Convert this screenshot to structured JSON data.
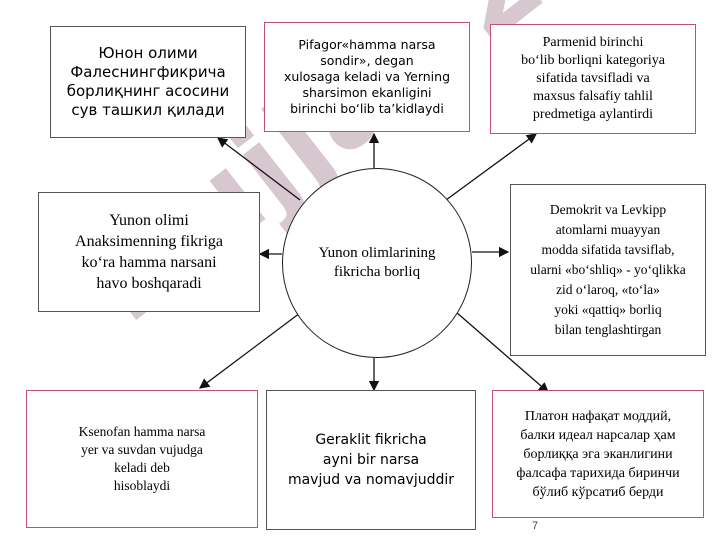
{
  "watermark": "Hujjat 2",
  "center": {
    "text": "Yunon olimlarining\nfikricha borliq"
  },
  "boxes": {
    "top_left": "Юнон олими\nФалеснингфикрича\nборлиқнинг асосини\nсув ташкил қилади",
    "top_middle": "Pifagor«hamma narsa\nsondir», degan\nxulosaga keladi va Yerning\nsharsimon ekanligini\nbirinchi bo‘lib ta’kidlaydi",
    "top_right": "Parmenid birinchi\nbo‘lib borliqni kategoriya\nsifatida tavsifladi va\nmaxsus falsafiy tahlil\npredmetiga aylantirdi",
    "middle_left": "Yunon olimi\nAnaksimenning fikriga\nko‘ra hamma narsani\nhavo boshqaradi",
    "middle_right": "Demokrit va Levkipp\natomlarni muayyan\nmodda sifatida tavsiflab,\nularni «bo‘shliq» - yo‘qlikka\nzid o‘laroq, «to‘la»\nyoki «qattiq» borliq\nbilan tenglashtirgan",
    "bottom_left": "Ksenofan hamma narsa\nyer va suvdan vujudga\nkeladi deb\nhisoblaydi",
    "bottom_middle": "Geraklit fikricha\nayni bir narsa\nmavjud va nomavjuddir",
    "bottom_right": "Платон нафақат моддий,\nбалки идеал нарсалар ҳам\nборлиққа эга эканлигини\nфалсафа тарихида биринчи\nбўлиб кўрсатиб берди"
  },
  "page_number": "7",
  "colors": {
    "box_border_pink": "#c8506e",
    "box_border_grey": "#555555",
    "watermark": "#b89aa8"
  }
}
